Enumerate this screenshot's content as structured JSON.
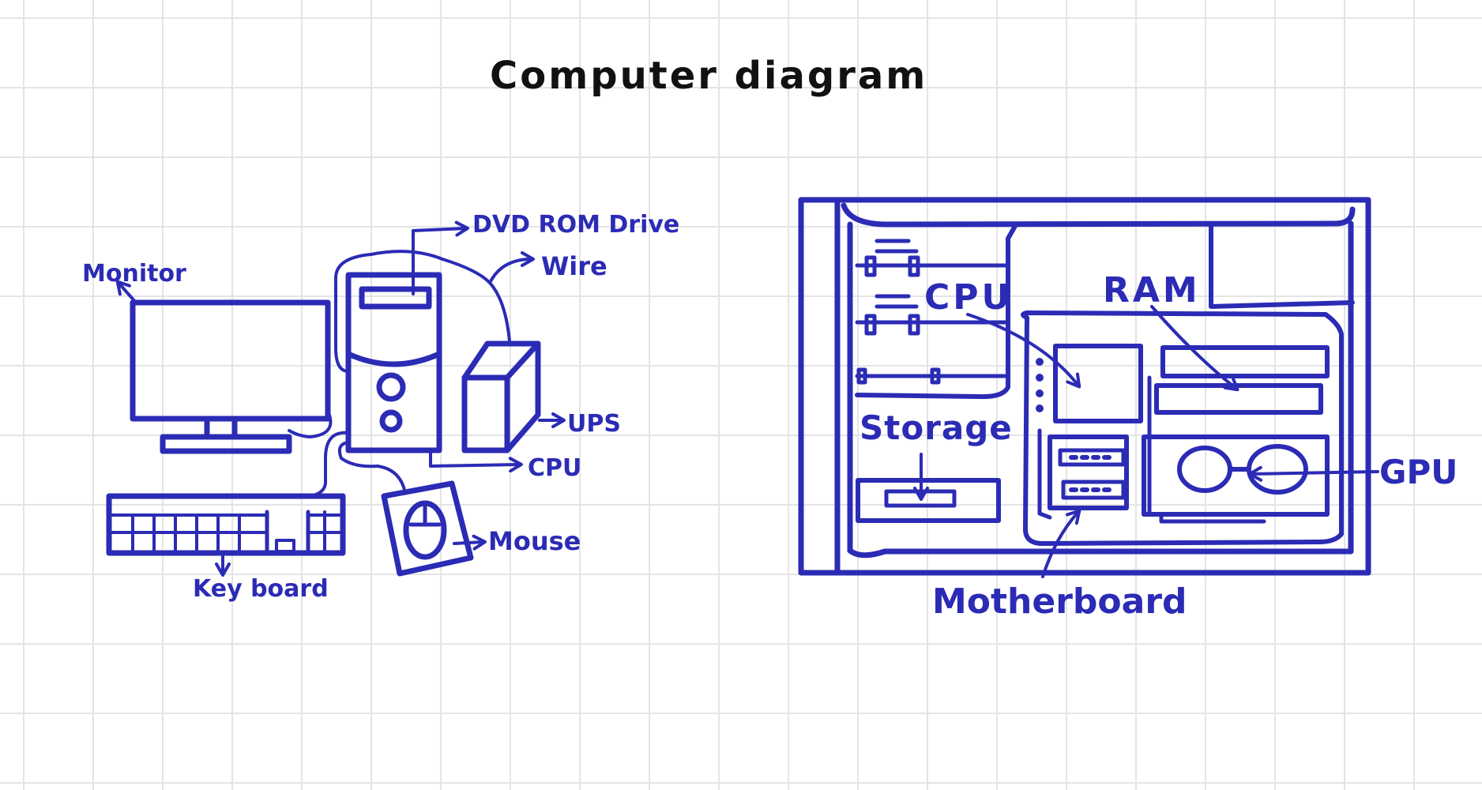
{
  "title": "Computer diagram",
  "ink_color": "#2b2bb5",
  "title_color": "#111111",
  "grid_color": "#e4e4e4",
  "pc": {
    "monitor": "Monitor",
    "dvd": "DVD ROM Drive",
    "wire": "Wire",
    "ups": "UPS",
    "cpu": "CPU",
    "mouse": "Mouse",
    "keyboard": "Key board"
  },
  "board": {
    "cpu": "CPU",
    "ram": "RAM",
    "storage": "Storage",
    "gpu": "GPU",
    "motherboard": "Motherboard"
  }
}
